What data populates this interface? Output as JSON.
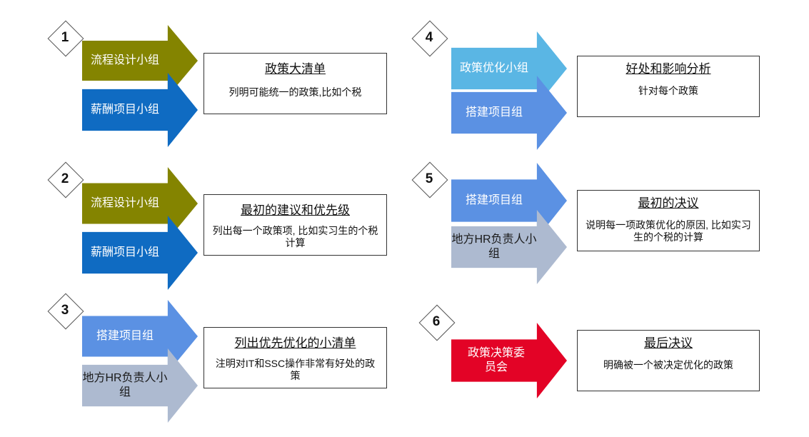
{
  "colors": {
    "olive": "#848400",
    "blue_dark": "#0f6bc2",
    "blue_mid": "#5b91e3",
    "blue_light": "#5ab6e4",
    "gray_blue": "#adbad0",
    "red": "#e30326"
  },
  "steps": [
    {
      "number": "1",
      "arrows": [
        {
          "label": "流程设计小组"
        },
        {
          "label": "薪酬项目小组"
        }
      ],
      "box": {
        "title": "政策大清单",
        "desc": "列明可能统一的政策,比如个税"
      }
    },
    {
      "number": "2",
      "arrows": [
        {
          "label": "流程设计小组"
        },
        {
          "label": "薪酬项目小组"
        }
      ],
      "box": {
        "title": "最初的建议和优先级",
        "desc": "列出每一个政策项, 比如实习生的个税计算"
      }
    },
    {
      "number": "3",
      "arrows": [
        {
          "label": "搭建项目组"
        },
        {
          "label": "地方HR负责人小组"
        }
      ],
      "box": {
        "title": "列出优先优化的小清单",
        "desc": "注明对IT和SSC操作非常有好处的政策"
      }
    },
    {
      "number": "4",
      "arrows": [
        {
          "label": "政策优化小组"
        },
        {
          "label": "搭建项目组"
        }
      ],
      "box": {
        "title": "好处和影响分析",
        "desc": "针对每个政策"
      }
    },
    {
      "number": "5",
      "arrows": [
        {
          "label": "搭建项目组"
        },
        {
          "label": "地方HR负责人小组"
        }
      ],
      "box": {
        "title": "最初的决议",
        "desc": "说明每一项政策优化的原因, 比如实习生的个税的计算"
      }
    },
    {
      "number": "6",
      "arrows": [
        {
          "label": "政策决策委员会"
        }
      ],
      "box": {
        "title": "最后决议",
        "desc": "明确被一个被决定优化的政策"
      }
    }
  ]
}
